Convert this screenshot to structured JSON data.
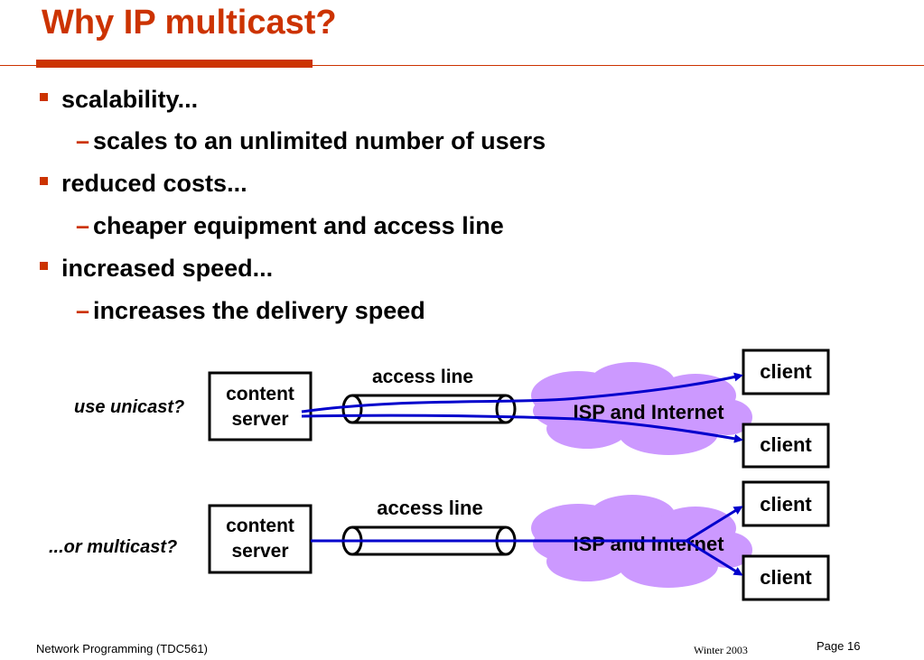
{
  "slide": {
    "title": "Why IP multicast?"
  },
  "bullets": [
    {
      "text": "scalability...",
      "sub": "scales to an unlimited number of users"
    },
    {
      "text": "reduced costs...",
      "sub": "cheaper equipment and access line"
    },
    {
      "text": "increased speed...",
      "sub": "increases the delivery speed"
    }
  ],
  "sub_marker": "–",
  "diagram": {
    "unicast": {
      "question": "use unicast?",
      "server_line1": "content",
      "server_line2": "server",
      "access_line": "access line",
      "cloud": "ISP and Internet",
      "client_top": "client",
      "client_bottom": "client"
    },
    "multicast": {
      "question": "...or multicast?",
      "server_line1": "content",
      "server_line2": "server",
      "access_line": "access line",
      "cloud": "ISP and Internet",
      "client_top": "client",
      "client_bottom": "client"
    }
  },
  "colors": {
    "accent": "#cc3300",
    "cloud": "#cc99ff",
    "arrow": "#0000cc"
  },
  "footer": {
    "course": "Network Programming (TDC561)",
    "term": "Winter  2003",
    "page": "Page 16"
  }
}
